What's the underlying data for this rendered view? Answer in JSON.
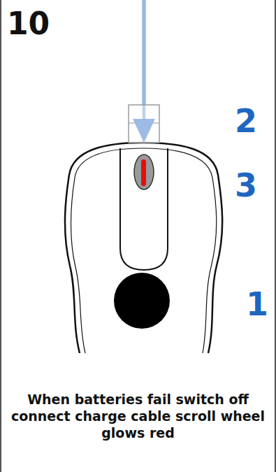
{
  "diagram": {
    "caption": "When batteries fail switch off connect charge cable scroll wheel glows red",
    "labels": [
      "10",
      "2",
      "3",
      "1"
    ]
  }
}
